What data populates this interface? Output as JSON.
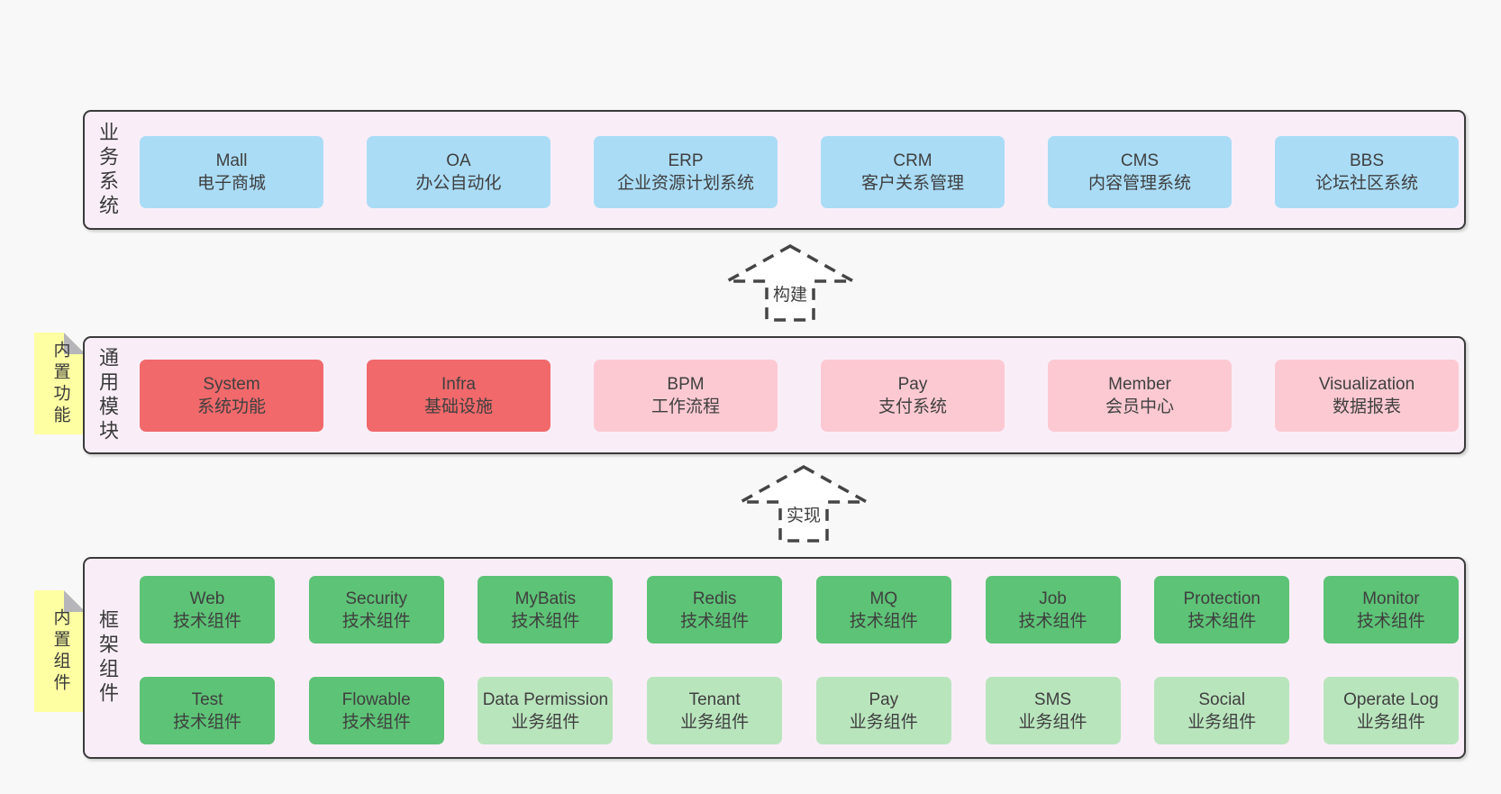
{
  "diagram": {
    "arrows": [
      {
        "label": "构建"
      },
      {
        "label": "实现"
      }
    ],
    "layers": [
      {
        "label": "业务系统",
        "boxes": [
          {
            "en": "Mall",
            "zh": "电子商城",
            "type": "blue"
          },
          {
            "en": "OA",
            "zh": "办公自动化",
            "type": "blue"
          },
          {
            "en": "ERP",
            "zh": "企业资源计划系统",
            "type": "blue"
          },
          {
            "en": "CRM",
            "zh": "客户关系管理",
            "type": "blue"
          },
          {
            "en": "CMS",
            "zh": "内容管理系统",
            "type": "blue"
          },
          {
            "en": "BBS",
            "zh": "论坛社区系统",
            "type": "blue"
          }
        ]
      },
      {
        "label": "通用模块",
        "note": "内置功能",
        "boxes": [
          {
            "en": "System",
            "zh": "系统功能",
            "type": "red"
          },
          {
            "en": "Infra",
            "zh": "基础设施",
            "type": "red"
          },
          {
            "en": "BPM",
            "zh": "工作流程",
            "type": "pink"
          },
          {
            "en": "Pay",
            "zh": "支付系统",
            "type": "pink"
          },
          {
            "en": "Member",
            "zh": "会员中心",
            "type": "pink"
          },
          {
            "en": "Visualization",
            "zh": "数据报表",
            "type": "pink"
          }
        ]
      },
      {
        "label": "框架组件",
        "note": "内置组件",
        "rows": [
          [
            {
              "en": "Web",
              "zh": "技术组件",
              "type": "green"
            },
            {
              "en": "Security",
              "zh": "技术组件",
              "type": "green"
            },
            {
              "en": "MyBatis",
              "zh": "技术组件",
              "type": "green"
            },
            {
              "en": "Redis",
              "zh": "技术组件",
              "type": "green"
            },
            {
              "en": "MQ",
              "zh": "技术组件",
              "type": "green"
            },
            {
              "en": "Job",
              "zh": "技术组件",
              "type": "green"
            },
            {
              "en": "Protection",
              "zh": "技术组件",
              "type": "green"
            },
            {
              "en": "Monitor",
              "zh": "技术组件",
              "type": "green"
            }
          ],
          [
            {
              "en": "Test",
              "zh": "技术组件",
              "type": "green"
            },
            {
              "en": "Flowable",
              "zh": "技术组件",
              "type": "green"
            },
            {
              "en": "Data Permission",
              "zh": "业务组件",
              "type": "lightgreen"
            },
            {
              "en": "Tenant",
              "zh": "业务组件",
              "type": "lightgreen"
            },
            {
              "en": "Pay",
              "zh": "业务组件",
              "type": "lightgreen"
            },
            {
              "en": "SMS",
              "zh": "业务组件",
              "type": "lightgreen"
            },
            {
              "en": "Social",
              "zh": "业务组件",
              "type": "lightgreen"
            },
            {
              "en": "Operate Log",
              "zh": "业务组件",
              "type": "lightgreen"
            }
          ]
        ]
      }
    ]
  },
  "colors": {
    "background": "#f8f8f8",
    "container_fill": "#f9eef8",
    "container_border": "#3b3b3b",
    "blue": "#aadcf6",
    "red": "#f1696b",
    "pink": "#fcc9d2",
    "green": "#5dc376",
    "lightgreen": "#b9e5bd",
    "note_yellow": "#feffa3",
    "note_fold": "#b6b6ba",
    "text": "#3f3f3f"
  }
}
